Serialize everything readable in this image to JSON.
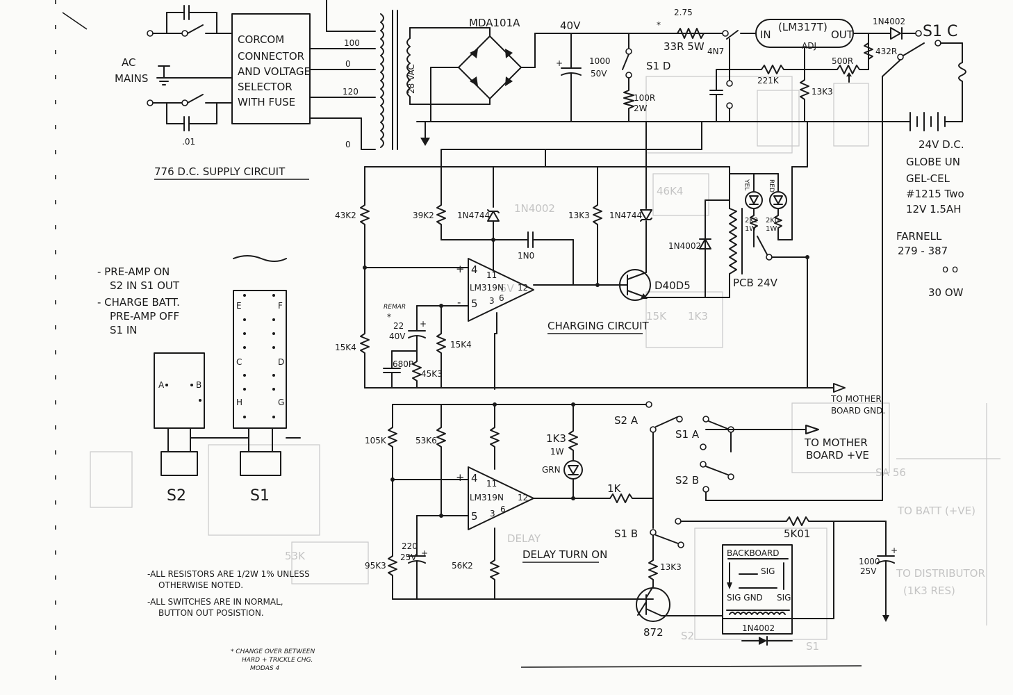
{
  "supply": {
    "title": "776 D.C. SUPPLY CIRCUIT",
    "ac_label_1": "AC",
    "ac_label_2": "MAINS",
    "cap_label": ".01",
    "selector_lines": [
      "CORCOM",
      "CONNECTOR",
      "AND VOLTAGE",
      "SELECTOR",
      "WITH FUSE"
    ],
    "tap_100": "100",
    "tap_0": "0",
    "tap_120": "120",
    "transformer": "28 VAC",
    "bridge": "MDA101A",
    "rail": "40V",
    "cap_1000_a": "1000",
    "cap_1000_b": "50V",
    "s1d": "S1 D",
    "r100_a": "100R",
    "r100_b": "2W",
    "r33_top": "2.75",
    "r33": "33R 5W",
    "reg_in": "IN",
    "reg": "(LM317T)",
    "reg_out": "OUT",
    "reg_adj": "ADJ",
    "cap_4n7": "4N7",
    "star": "*",
    "r221k": "221K",
    "r500": "500R",
    "r13k3_top": "13K3",
    "r432": "432R",
    "diode_top": "1N4002",
    "s1c": "S1 C",
    "battery_lines": [
      "24V D.C.",
      "GLOBE UN",
      "GEL-CEL",
      "#1215  Two",
      "12V  1.5AH"
    ],
    "farnell_1": "FARNELL",
    "farnell_2": "279 - 387",
    "note_o": "o   o",
    "note_30": "30   OW"
  },
  "charging": {
    "title": "CHARGING CIRCUIT",
    "r43k2": "43K2",
    "r39k2": "39K2",
    "zener1": "1N4744",
    "cap1n0": "1N0",
    "r13k3": "13K3",
    "zener2": "1N4744",
    "yel": "YEL",
    "red": "RED",
    "r2k2": "2K2",
    "r2k2_w": "1W",
    "r2k0": "2K0",
    "r2k0_w": "1W",
    "diode": "1N4002",
    "transistor": "D40D5",
    "relay": "PCB 24V",
    "opamp": "LM319N",
    "pin4": "4",
    "pin5": "5",
    "pin11": "11",
    "pin12": "12",
    "pin3": "3",
    "pin6": "6",
    "remark": "REMAR",
    "cap22_a": "22",
    "cap22_b": "40V",
    "r15k4_a": "15K4",
    "r15k4_b": "15K4",
    "cap680": "680P",
    "r45k3": "45K3",
    "to_gnd_1": "TO MOTHER",
    "to_gnd_2": "BOARD GND."
  },
  "delay": {
    "title": "DELAY TURN ON",
    "r105k": "105K",
    "r53k6": "53K6",
    "r1k3_a": "1K3",
    "r1k3_b": "1W",
    "grn": "GRN",
    "opamp": "LM319N",
    "r1k": "1K",
    "s2a": "S2  A",
    "s1a": "S1 A",
    "s2b": "S2 B",
    "s1b": "S1 B",
    "to_ve_1": "TO MOTHER",
    "to_ve_2": "BOARD +VE",
    "r5k": "5K01",
    "cap1000_a": "1000",
    "cap1000_b": "25V",
    "r95k3": "95K3",
    "cap220_a": "220",
    "cap220_b": "25V",
    "r56k2": "56K2",
    "r13k3": "13K3",
    "transistor": "872",
    "backboard": "BACKBOARD",
    "sig1": "SIG",
    "sig_gnd": "SIG GND",
    "sig2": "SIG",
    "diode": "1N4002"
  },
  "switches": {
    "note_1": "- PRE-AMP ON",
    "note_2": "S2 IN  S1 OUT",
    "note_3": "- CHARGE BATT.",
    "note_4": "PRE-AMP OFF",
    "note_5": "S1 IN",
    "s2": "S2",
    "s1": "S1"
  },
  "notes": {
    "n1": "-ALL RESISTORS ARE 1/2W 1% UNLESS",
    "n2": "OTHERWISE NOTED.",
    "n3": "-ALL SWITCHES ARE IN NORMAL,",
    "n4": "BUTTON OUT POSISTION.",
    "footnote_1": "*  CHANGE OVER BETWEEN",
    "footnote_2": "HARD + TRICKLE CHG.",
    "footnote_3": "MODAS 4"
  }
}
